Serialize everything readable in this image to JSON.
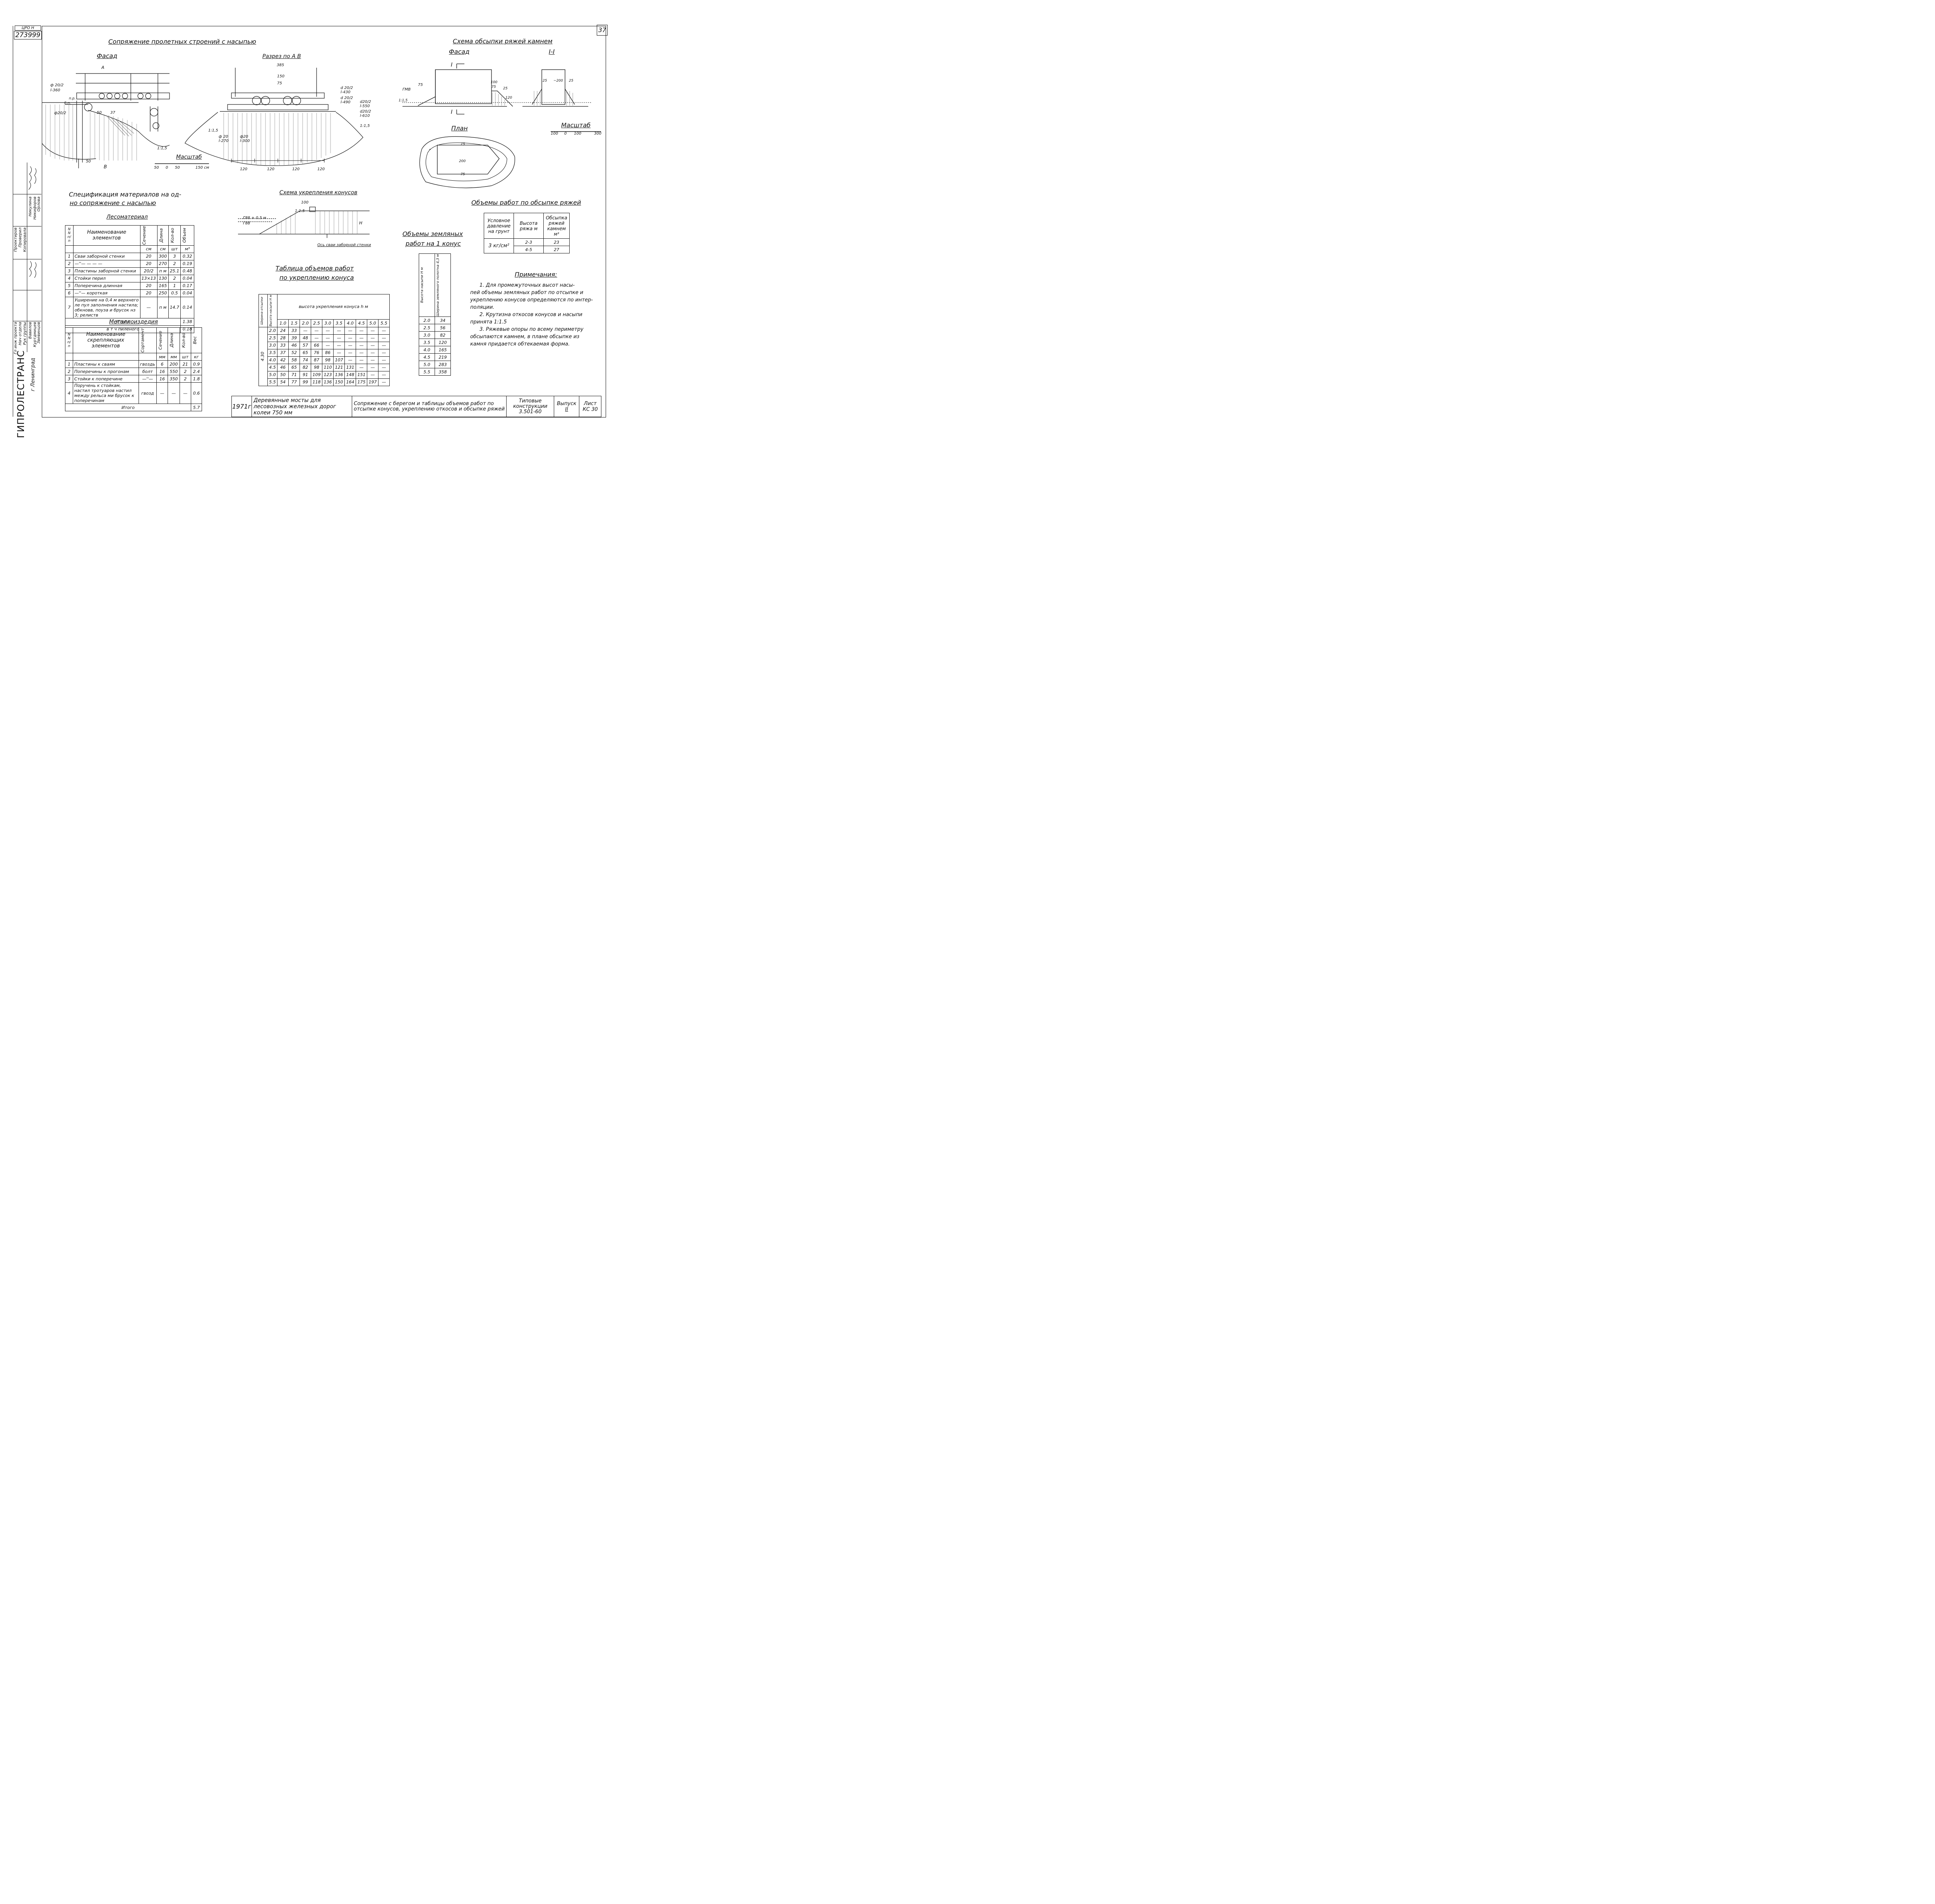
{
  "sheet": {
    "archive_label": "ЦРО Н",
    "archive_number": "273999",
    "sheet_number": "37",
    "org": "ГИПРОЛЕСТРАНС",
    "city": "г Ленинград",
    "staff_roles": [
      "Гл инж проекта",
      "Нач отдела",
      "Рук группы",
      "Проектиров",
      "Проверил",
      "Копировала",
      "Гл. специалист"
    ],
    "staff_names": [
      "Вавилов",
      "Куртдмицев",
      "Звевинцов",
      "Никулина",
      "Никифоров",
      "Орлова",
      "Никулина"
    ]
  },
  "left_section": {
    "title": "Сопряжение пролетных строений с насыпью",
    "facade_label": "Фасад",
    "section_label": "Разрез по А В",
    "marks": [
      "А",
      "В",
      "ф 20/2",
      "l-360",
      "п.р.",
      "б.п.",
      "ф20/2",
      "50",
      "37",
      "1:1,5",
      "50"
    ],
    "section_marks": [
      "385",
      "150",
      "75",
      "d 20/2",
      "l-430",
      "d 20/2",
      "l-490",
      "d20/2",
      "l-550",
      "d20/2",
      "l-610",
      "1:1,5",
      "1:1,5",
      "ф 20",
      "l-270",
      "ф20",
      "l-300",
      "120",
      "120",
      "120",
      "120"
    ],
    "scale_label": "Масштаб",
    "scale_ticks": [
      "50",
      "0",
      "50",
      "150 см"
    ]
  },
  "spec": {
    "title_line1": "Спецификация материалов на од-",
    "title_line2": "но сопряжение с насыпью",
    "timber_title": "Лесоматериал",
    "timber_headers": [
      "N N п/п",
      "Наименование элементов",
      "Сечение",
      "Длина",
      "Кол-во",
      "Объем"
    ],
    "timber_units": [
      "",
      "",
      "см",
      "см",
      "шт",
      "м³"
    ],
    "timber_rows": [
      [
        "1",
        "Сваи заборной стенки",
        "20",
        "300",
        "3",
        "0.32"
      ],
      [
        "2",
        "—''—  —  —  —",
        "20",
        "270",
        "2",
        "0.19"
      ],
      [
        "3",
        "Пластины заборной стенки",
        "20/2",
        "п м",
        "25.1",
        "0.48"
      ],
      [
        "4",
        "Стойки перил",
        "13×13",
        "130",
        "2",
        "0.04"
      ],
      [
        "5",
        "Поперечина длинная",
        "20",
        "165",
        "1",
        "0.17"
      ],
      [
        "6",
        "—''—  короткая",
        "20",
        "250",
        "0.5",
        "0.04"
      ],
      [
        "7",
        "Уширение на 0,4 м верхнего ле пул заполнения настила; обкновв, поуза и брусок нз 3; релиств",
        "—",
        "п м",
        "14.7",
        "0.14"
      ]
    ],
    "timber_total_label": "Итого",
    "timber_total": "1.38",
    "timber_pine_label": "в т ч пиленого",
    "timber_pine": "0.18",
    "metal_title": "Металлоиздедия",
    "metal_headers": [
      "N N п/п",
      "Наименование скрепляющих элементов",
      "Сортамент",
      "Сечение",
      "Длина",
      "Кол-во",
      "Вес"
    ],
    "metal_units": [
      "",
      "",
      "",
      "мм",
      "мм",
      "шт",
      "кг"
    ],
    "metal_rows": [
      [
        "1",
        "Пластины к сваям",
        "гвоздь",
        "6",
        "200",
        "21",
        "0.9"
      ],
      [
        "2",
        "Поперечины к прогонам",
        "болт",
        "16",
        "550",
        "2",
        "2.4"
      ],
      [
        "3",
        "Стойки к поперечине",
        "—''—",
        "16",
        "350",
        "2",
        "1.8"
      ],
      [
        "4",
        "Поручень к стойкам, настил тротуаров настил между рельса ми брусок к поперечинам",
        "гвозд",
        "—",
        "—",
        "—",
        "0.6"
      ]
    ],
    "metal_total_label": "Итого",
    "metal_total": "5.7"
  },
  "cone": {
    "title": "Схема укрепления конусов",
    "marks": [
      "100",
      "1:1.5",
      "Г88 + 0.5 м",
      "Г88",
      "H",
      "Ось сваи заборной стенки"
    ],
    "table_title_line1": "Таблица объемов работ",
    "table_title_line2": "по укреплению конуса",
    "side_header": "Ширина отсыпки",
    "row_header": "Высота насыпи Н м",
    "col_header": "высота укрепления конуса h м",
    "cols": [
      "1.0",
      "1.5",
      "2.0",
      "2.5",
      "3.0",
      "3.5",
      "4.0",
      "4.5",
      "5.0",
      "5.5"
    ],
    "side_value": "4.30",
    "rows": [
      [
        "2.0",
        "24",
        "33",
        "—",
        "—",
        "—",
        "—",
        "—",
        "—",
        "—",
        "—"
      ],
      [
        "2.5",
        "28",
        "39",
        "48",
        "—",
        "—",
        "—",
        "—",
        "—",
        "—",
        "—"
      ],
      [
        "3.0",
        "33",
        "46",
        "57",
        "66",
        "—",
        "—",
        "—",
        "—",
        "—",
        "—"
      ],
      [
        "3.5",
        "37",
        "52",
        "65",
        "76",
        "86",
        "—",
        "—",
        "—",
        "—",
        "—"
      ],
      [
        "4.0",
        "42",
        "58",
        "74",
        "87",
        "98",
        "107",
        "—",
        "—",
        "—",
        "—"
      ],
      [
        "4.5",
        "46",
        "65",
        "82",
        "98",
        "110",
        "121",
        "131",
        "—",
        "—",
        "—"
      ],
      [
        "5.0",
        "50",
        "71",
        "91",
        "109",
        "123",
        "136",
        "148",
        "151",
        "—",
        "—"
      ],
      [
        "5.5",
        "54",
        "77",
        "99",
        "118",
        "136",
        "150",
        "164",
        "175",
        "197",
        "—"
      ]
    ]
  },
  "earth": {
    "title_line1": "Объемы земляных",
    "title_line2": "работ на 1 конус",
    "headers": [
      "Высота насыпи Н м",
      "Ширина земляного полотна 4,3 м"
    ],
    "rows": [
      [
        "2.0",
        "34"
      ],
      [
        "2.5",
        "56"
      ],
      [
        "3.0",
        "82"
      ],
      [
        "3.5",
        "120"
      ],
      [
        "4.0",
        "165"
      ],
      [
        "4.5",
        "219"
      ],
      [
        "5.0",
        "283"
      ],
      [
        "5.5",
        "358"
      ]
    ]
  },
  "right_section": {
    "title": "Схема обсыпки ряжей камнем",
    "facade_label": "Фасад",
    "cut_label": "I-I",
    "marks": [
      "I",
      "I",
      "75",
      "ГМВ",
      "1:1,5",
      "100",
      "75",
      "25",
      "120",
      "25",
      "~200",
      "25"
    ],
    "plan_label": "План",
    "plan_marks": [
      "75",
      "200",
      "75"
    ],
    "scale_label": "Масштаб",
    "scale_ticks": [
      "100",
      "0",
      "100",
      "300"
    ]
  },
  "crib": {
    "title": "Объемы работ по обсыпке ряжей",
    "headers": [
      "Условное давление на грунт",
      "Высота ряжа м",
      "Обсыпка ряжей камнем м³"
    ],
    "pressure": "3 кг/см²",
    "rows": [
      [
        "2-3",
        "23"
      ],
      [
        "4-5",
        "27"
      ]
    ]
  },
  "notes": {
    "title": "Примечания:",
    "lines": [
      "1. Для промежуточных высот насы-",
      "пей объемы земляных работ по отсыпке и",
      "укреплению конусов определяются по интер-",
      "поляции.",
      "2. Крутизна откосов конусов и насыпи",
      "принята 1:1.5",
      "3. Ряжевые опоры по всему периметру",
      "обсыпаются камнем, в плане обсыпке из",
      "камня придается обтекаемая форма."
    ]
  },
  "title_block": {
    "year": "1971г",
    "work_title": "Деревянные мосты для лесовозных железных дорог колеи 750 мм",
    "sheet_title": "Сопряжение с берегом и таблицы объемов работ по отсыпке конусов, укреплению откосов и обсыпке ряжей",
    "series_label": "Типовые конструкции",
    "series": "3.501-60",
    "issue_label": "Выпуск",
    "issue": "II",
    "sheet_label": "Лист",
    "sheet": "КС 30"
  }
}
